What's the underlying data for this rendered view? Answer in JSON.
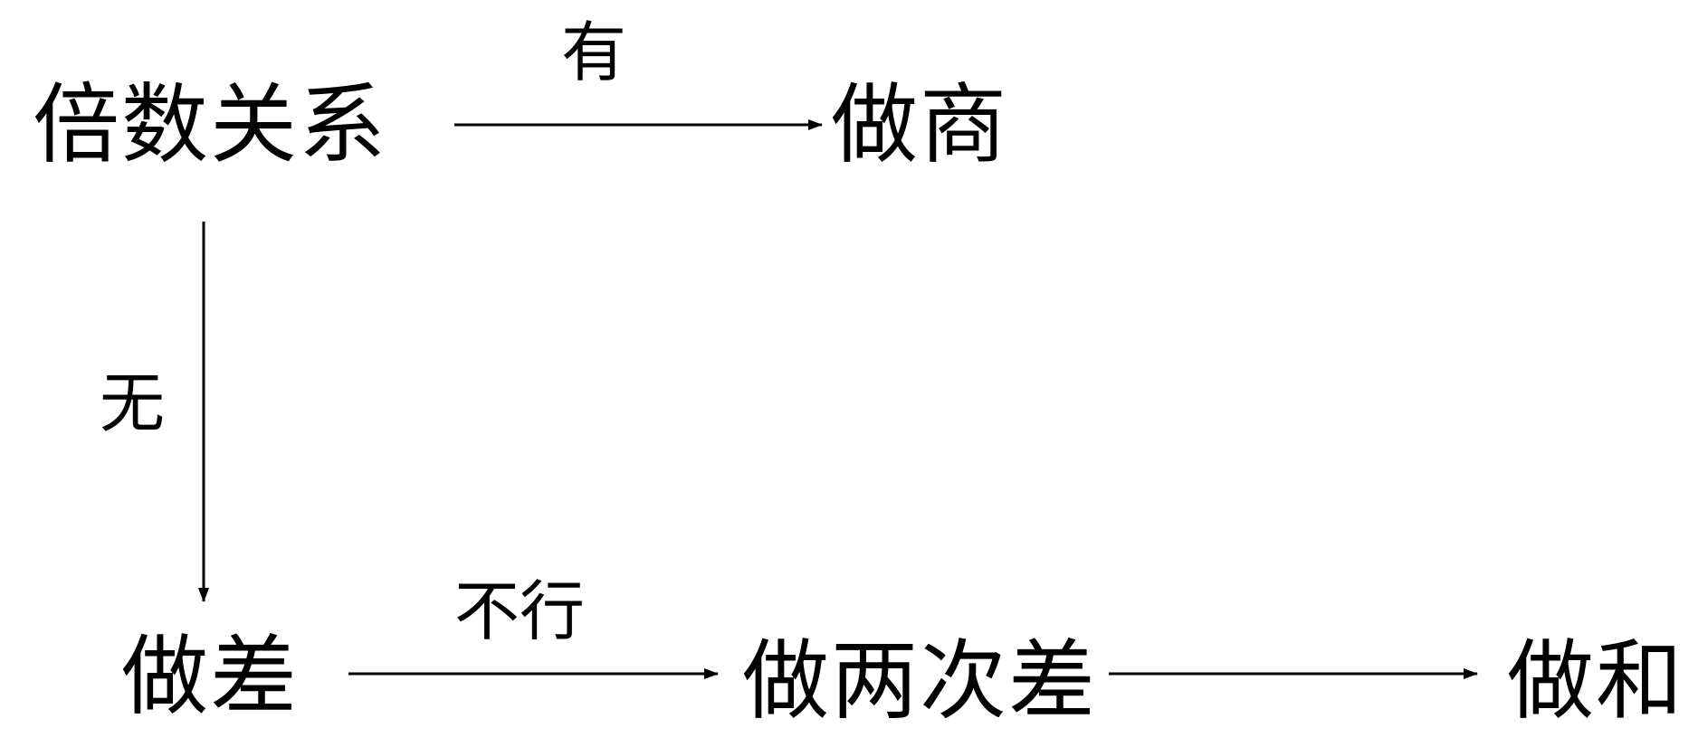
{
  "nodes": {
    "start": "倍数关系",
    "quotient": "做商",
    "difference": "做差",
    "second_difference": "做两次差",
    "sum": "做和"
  },
  "edges": {
    "start_to_quotient": "有",
    "start_to_difference": "无",
    "difference_to_second_difference": "不行",
    "second_difference_to_sum": ""
  },
  "colors": {
    "line": "#000000",
    "background": "#ffffff"
  }
}
